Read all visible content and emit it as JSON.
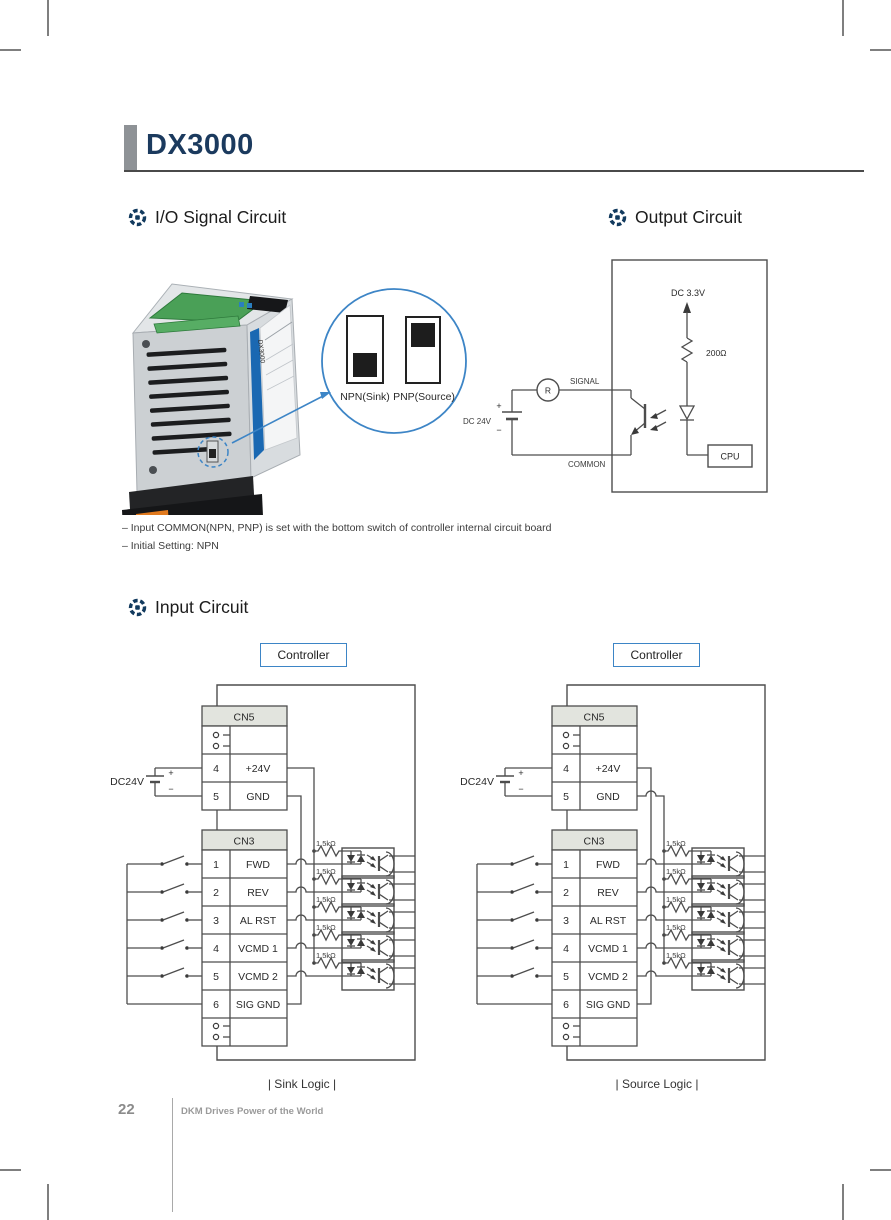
{
  "title": "DX3000",
  "sections": {
    "io_signal": {
      "heading": "I/O Signal Circuit",
      "callout": {
        "npn": "NPN(Sink)",
        "pnp": "PNP(Source)"
      },
      "device_label": "DX3000"
    },
    "output": {
      "heading": "Output Circuit",
      "labels": {
        "vcc": "DC 3.3V",
        "res": "200Ω",
        "signal": "SIGNAL",
        "common": "COMMON",
        "supply": "DC 24V",
        "cpu": "CPU",
        "r": "R",
        "plus": "+",
        "minus": "−"
      }
    },
    "notes": {
      "line1": "– Input COMMON(NPN, PNP) is set with the bottom switch of controller internal circuit board",
      "line2": "– Initial Setting: NPN"
    },
    "input": {
      "heading": "Input Circuit",
      "controller": "Controller",
      "supply": "DC24V",
      "plus": "+",
      "minus": "−",
      "resistor": "1.5kΩ",
      "cn5": {
        "title": "CN5",
        "rows": [
          {
            "pin": "4",
            "label": "+24V"
          },
          {
            "pin": "5",
            "label": "GND"
          }
        ]
      },
      "cn3": {
        "title": "CN3",
        "rows": [
          {
            "pin": "1",
            "label": "FWD"
          },
          {
            "pin": "2",
            "label": "REV"
          },
          {
            "pin": "3",
            "label": "AL RST"
          },
          {
            "pin": "4",
            "label": "VCMD 1"
          },
          {
            "pin": "5",
            "label": "VCMD 2"
          },
          {
            "pin": "6",
            "label": "SIG GND"
          }
        ]
      },
      "captions": {
        "sink": "|  Sink Logic  |",
        "source": "|  Source Logic  |"
      }
    }
  },
  "footer": {
    "page": "22",
    "tagline": "DKM Drives Power of the World"
  },
  "colors": {
    "accent_navy": "#1b3a5e",
    "blue": "#3d85c6",
    "line": "#4d4d4d",
    "table_header": "#e2e4de",
    "clip_orange": "#e17a1e"
  }
}
